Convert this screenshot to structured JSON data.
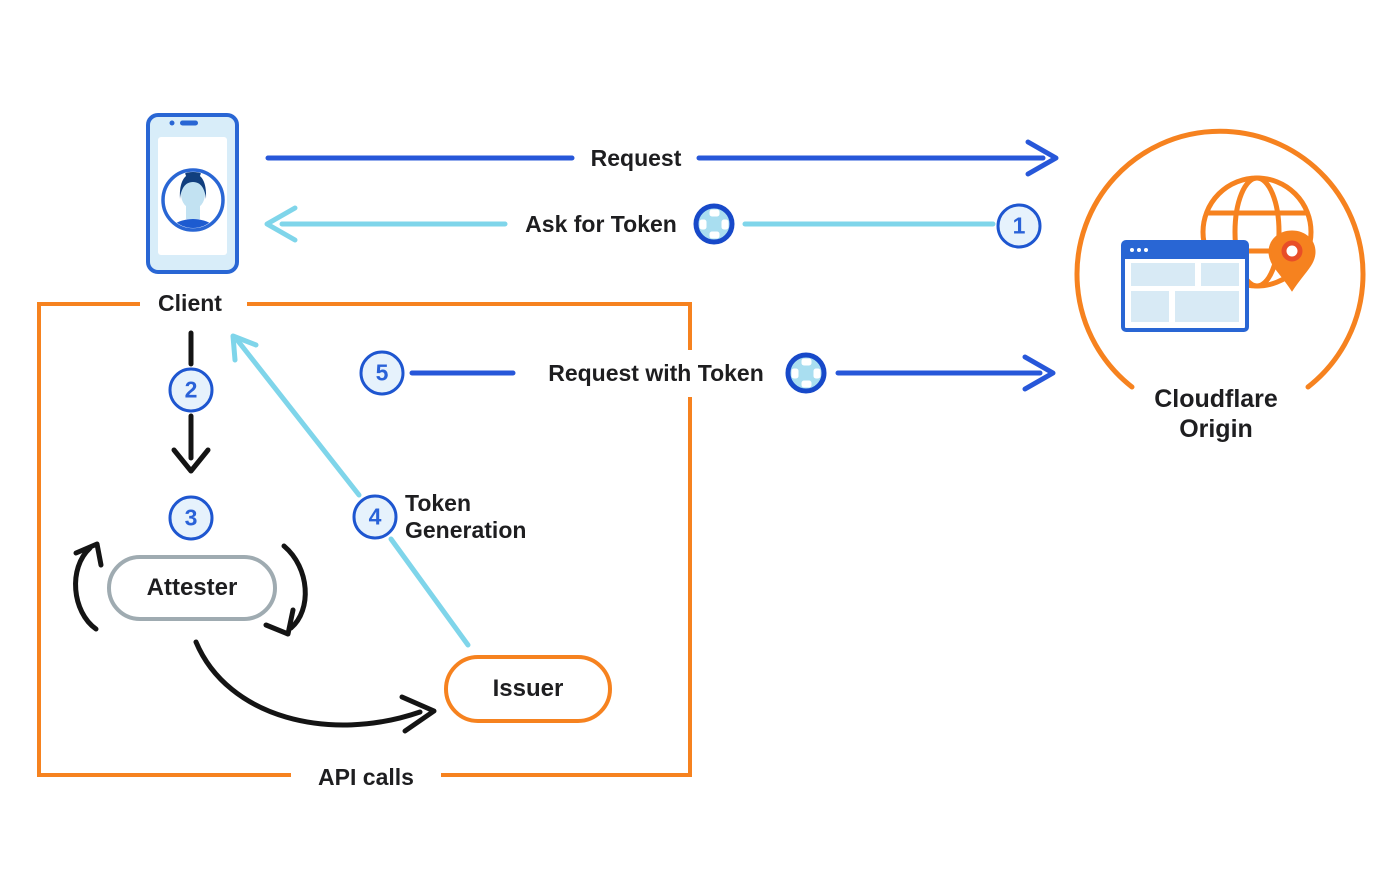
{
  "nodes": {
    "client": {
      "label": "Client"
    },
    "attester": {
      "label": "Attester"
    },
    "issuer": {
      "label": "Issuer"
    },
    "origin": {
      "label": "Cloudflare Origin"
    }
  },
  "flows": {
    "request": {
      "label": "Request"
    },
    "ask_for_token": {
      "label": "Ask for Token",
      "step": "1"
    },
    "client_to_attester": {
      "step": "2"
    },
    "attestation": {
      "step": "3"
    },
    "token_generation": {
      "label": "Token Generation",
      "step": "4"
    },
    "request_with_token": {
      "label": "Request with Token",
      "step": "5"
    },
    "api_calls": {
      "label": "API calls"
    }
  },
  "icons": {
    "client_device": "phone-with-user-avatar-icon",
    "token": "token-ring-icon",
    "origin": "globe-browser-location-pin-icon"
  },
  "colors": {
    "orange": "#F6821F",
    "blue": "#2757D9",
    "light_blue": "#7FD5EA",
    "black": "#141414",
    "badge_border": "#1E56D0",
    "badge_fill": "#E6F2FC",
    "badge_text": "#2A62D8",
    "attester_border": "#9FABB1",
    "screen_fill": "#D8EDF9"
  }
}
